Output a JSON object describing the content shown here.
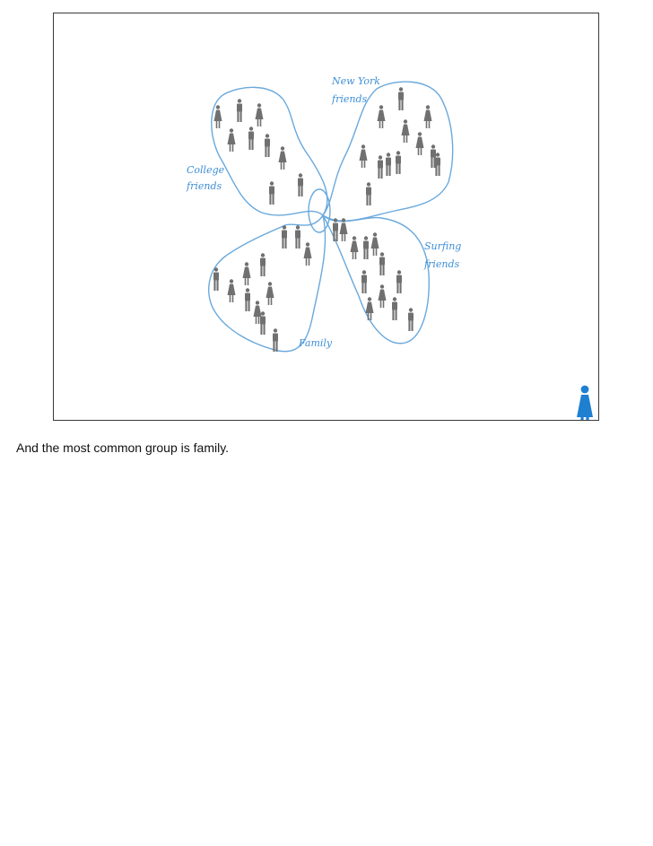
{
  "slide": {
    "group_labels": {
      "new_york": [
        "New York",
        "friends"
      ],
      "college": [
        "College",
        "friends"
      ],
      "surfing": [
        "Surfing",
        "friends"
      ],
      "family": [
        "Family"
      ]
    },
    "colors": {
      "outline": "#6aa9dc",
      "person": "#707070",
      "focus_person": "#1f7fd1",
      "label": "#3f8fd6"
    }
  },
  "caption": "And the most common group is family."
}
